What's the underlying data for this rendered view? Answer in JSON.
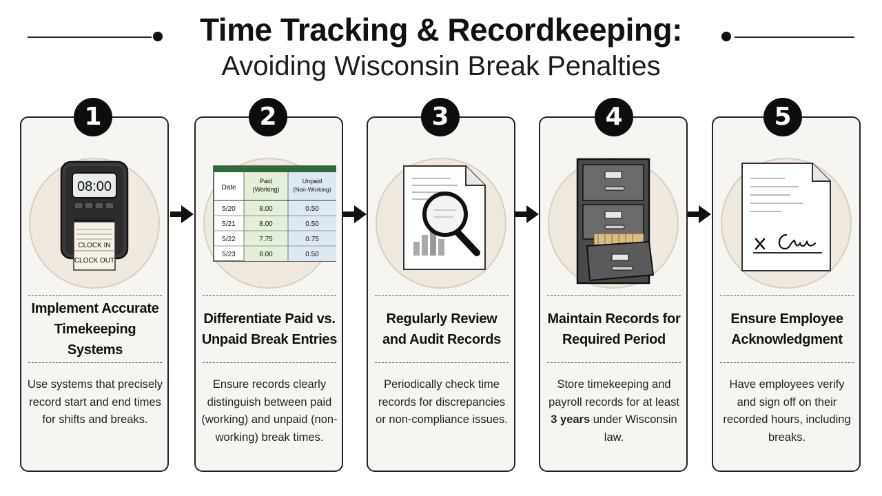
{
  "header": {
    "title": "Time Tracking & Recordkeeping:",
    "subtitle": "Avoiding Wisconsin Break Penalties"
  },
  "steps": [
    {
      "number": "1",
      "title": "Implement Accurate Timekeeping Systems",
      "description": "Use systems that precisely record start and end times for shifts and breaks.",
      "illustration": "time-clock-icon",
      "clock": {
        "display": "08:00",
        "card_line_1": "CLOCK IN",
        "card_line_2": "CLOCK OUT"
      }
    },
    {
      "number": "2",
      "title": "Differentiate Paid vs. Unpaid Break Entries",
      "description": "Ensure records clearly distinguish between paid (working) and unpaid (non-working) break times.",
      "illustration": "spreadsheet-icon",
      "table": {
        "headers": [
          "Date",
          "Paid (Working)",
          "Unpaid (Non-Working)"
        ],
        "rows": [
          [
            "5/20",
            "8.00",
            "0.50"
          ],
          [
            "5/21",
            "8.00",
            "0.50"
          ],
          [
            "5/22",
            "7.75",
            "0.75"
          ],
          [
            "5/23",
            "8.00",
            "0.50"
          ]
        ]
      }
    },
    {
      "number": "3",
      "title": "Regularly Review and Audit Records",
      "description": "Periodically check time records for discrepancies or non-compliance issues.",
      "illustration": "magnifying-glass-document-icon"
    },
    {
      "number": "4",
      "title": "Maintain Records for Required Period",
      "description_before": "Store timekeeping and payroll records for at least ",
      "description_bold": "3 years",
      "description_after": " under Wisconsin law.",
      "illustration": "filing-cabinet-icon"
    },
    {
      "number": "5",
      "title": "Ensure Employee Acknowledgment",
      "description": "Have employees verify and sign off on their recorded hours, including breaks.",
      "illustration": "signed-document-icon"
    }
  ],
  "colors": {
    "card_bg": "#f7f5f1",
    "illustration_circle": "#efe9df",
    "table_header_green": "#2f6b3a",
    "paid_column": "#e3efd9",
    "unpaid_column": "#dde8f3"
  }
}
